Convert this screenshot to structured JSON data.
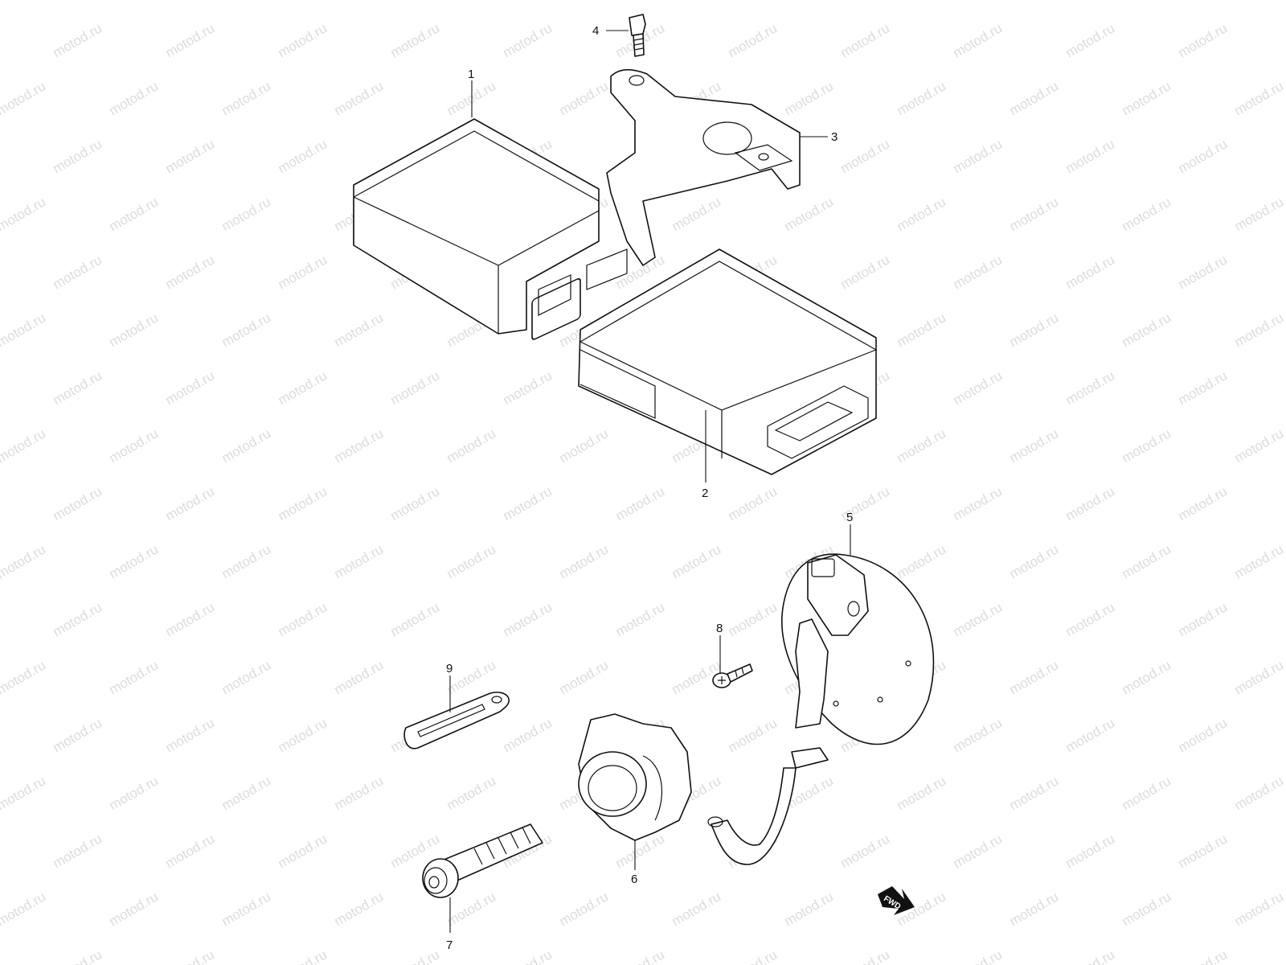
{
  "diagram": {
    "watermark_text": "motod.ru",
    "fwd_label": "FWD",
    "colors": {
      "line": "#111111",
      "watermark": "#dcdcdc",
      "background": "#ffffff"
    },
    "callouts": [
      {
        "id": "1",
        "label": "1"
      },
      {
        "id": "2",
        "label": "2"
      },
      {
        "id": "3",
        "label": "3"
      },
      {
        "id": "4",
        "label": "4"
      },
      {
        "id": "5",
        "label": "5"
      },
      {
        "id": "6",
        "label": "6"
      },
      {
        "id": "7",
        "label": "7"
      },
      {
        "id": "8",
        "label": "8"
      },
      {
        "id": "9",
        "label": "9"
      }
    ]
  }
}
